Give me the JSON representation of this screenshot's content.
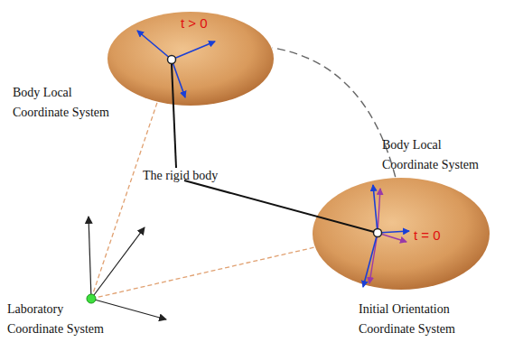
{
  "diagram": {
    "nodes": [
      {
        "text": [
          "t > 0"
        ]
      },
      {
        "text": [
          "t = 0"
        ]
      }
    ],
    "edges": [
      {
        "from": 1,
        "to": 0,
        "arrow": "none"
      }
    ],
    "labels": [
      "Body Local Coordinate System",
      "The rigid body",
      "Body Local Coordinate System",
      "Laboratory Coordinate System",
      "Initial Orientation Coordinate System"
    ]
  }
}
